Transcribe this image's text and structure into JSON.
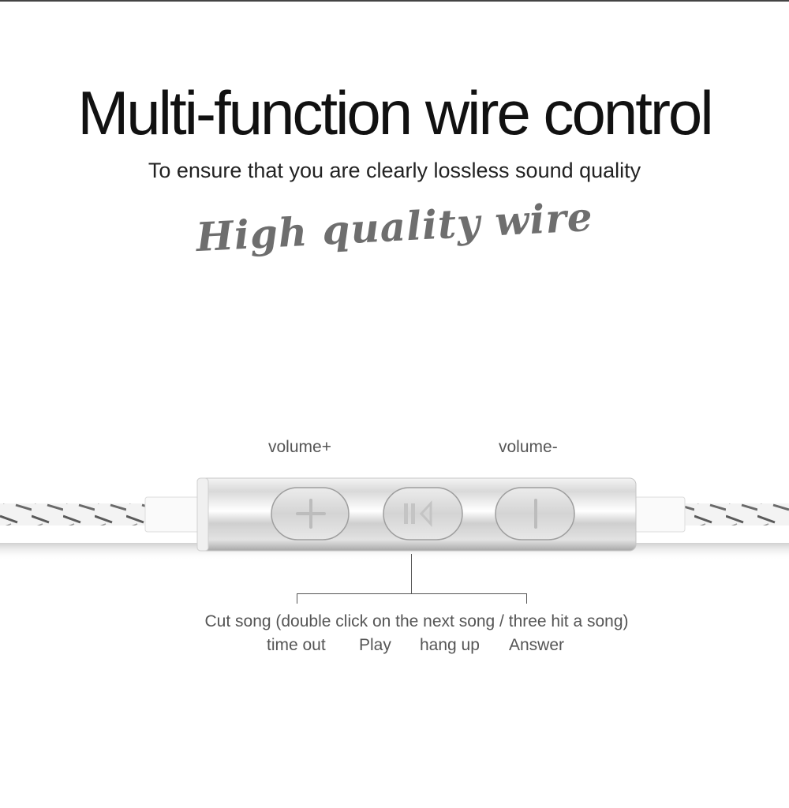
{
  "heading": {
    "title": "Multi-function wire control",
    "subtitle": "To ensure that you are clearly lossless sound quality",
    "script_tagline": "High quality wire"
  },
  "labels": {
    "volume_plus": "volume+",
    "volume_minus": "volume-"
  },
  "description": {
    "cut_song": "Cut song (double click on the next song / three hit a song)",
    "functions": [
      "time out",
      "Play",
      "hang up",
      "Answer"
    ]
  },
  "buttons": {
    "left_icon": "plus-icon",
    "center_icon": "play-pause-icon",
    "right_icon": "minus-icon"
  },
  "colors": {
    "title": "#111111",
    "script": "#6e6e6e",
    "label": "#555555"
  }
}
